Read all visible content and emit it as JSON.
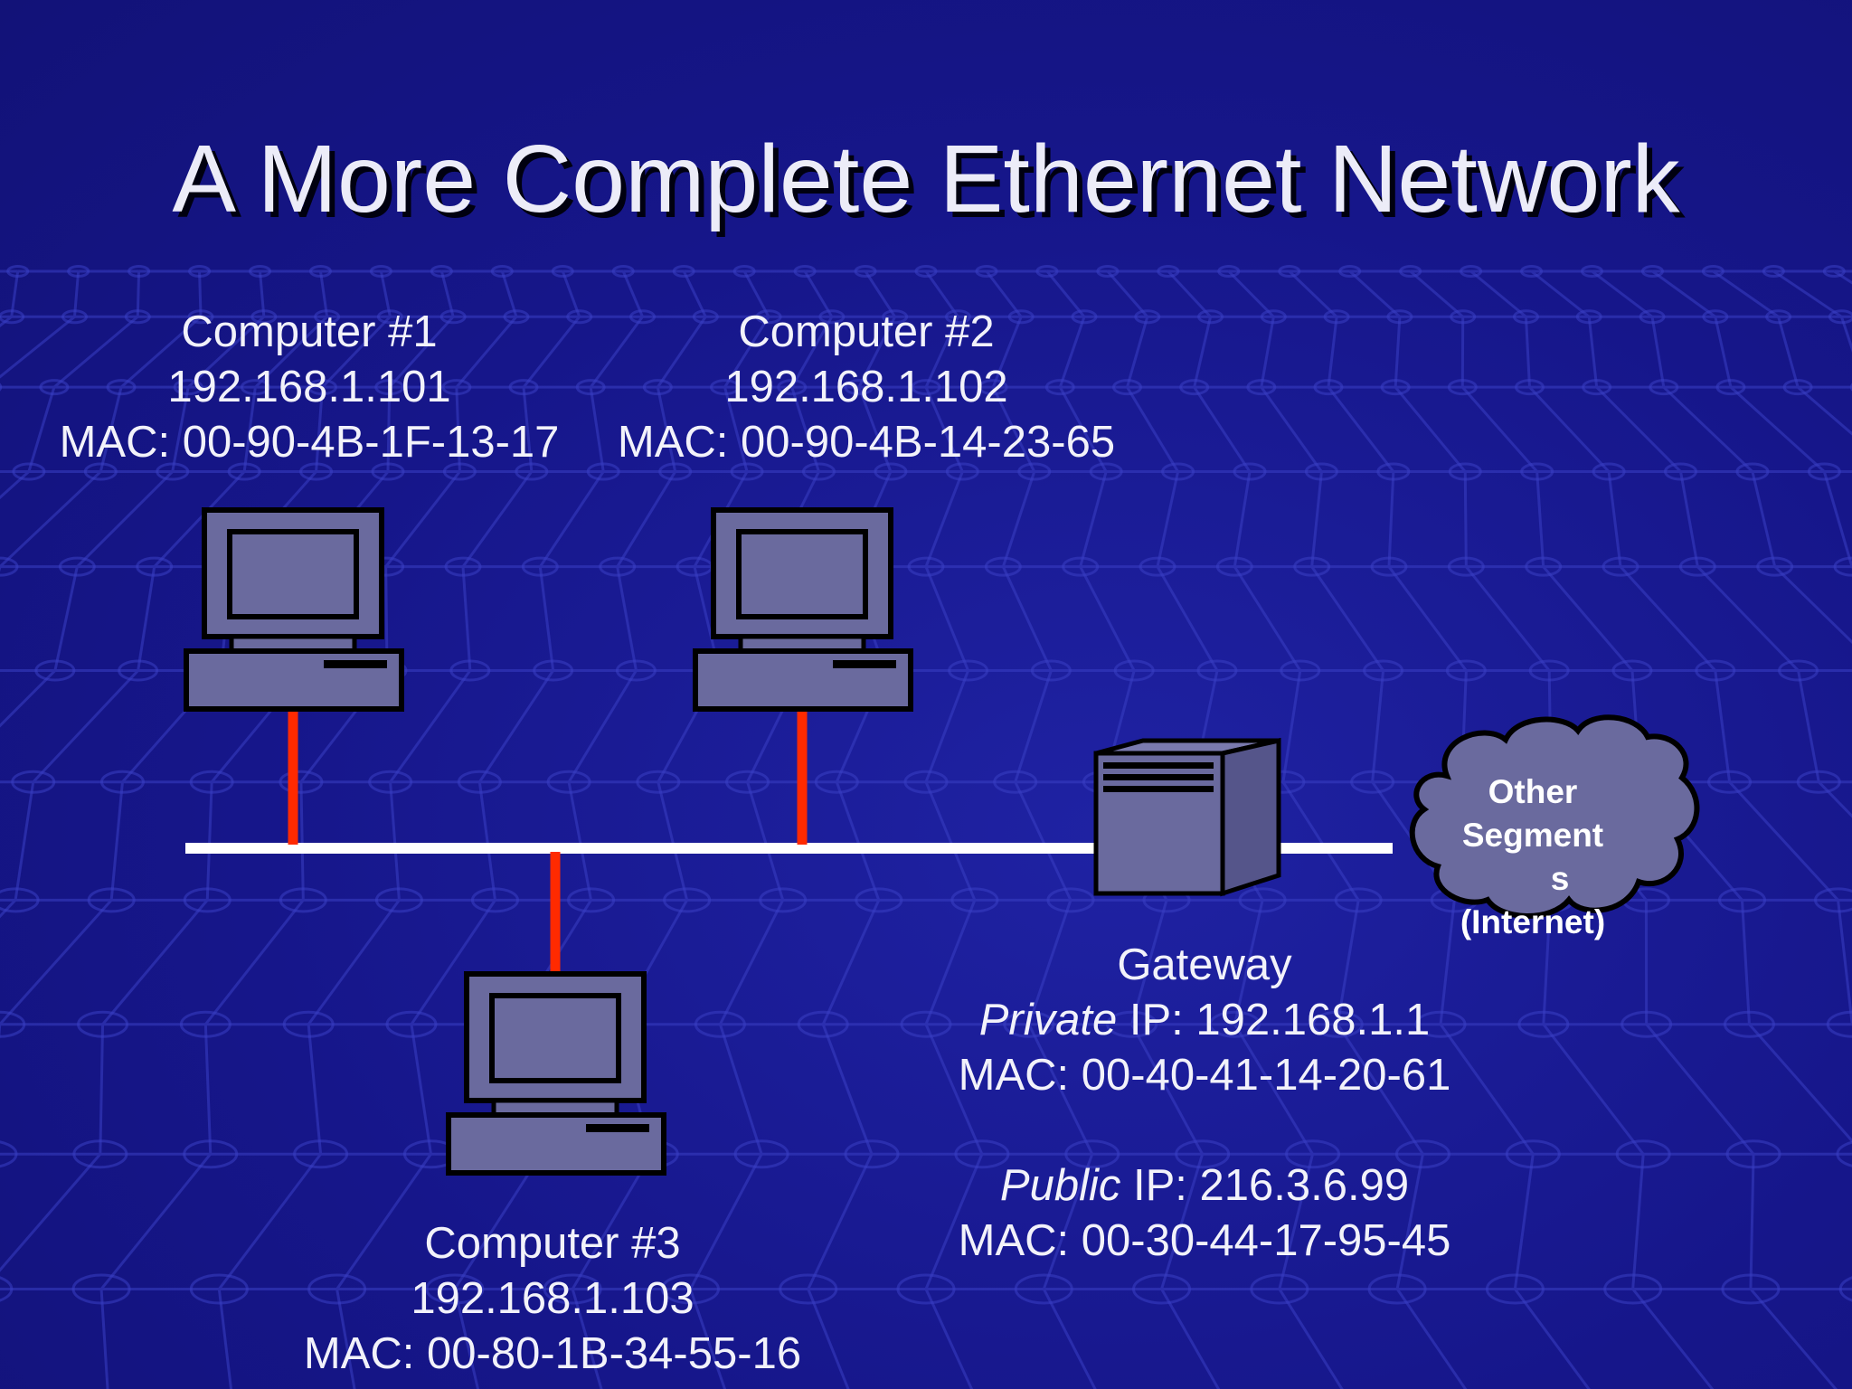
{
  "slide": {
    "title": "A More Complete Ethernet Network"
  },
  "computers": [
    {
      "name": "Computer #1",
      "ip": "192.168.1.101",
      "mac": "MAC: 00-90-4B-1F-13-17"
    },
    {
      "name": "Computer #2",
      "ip": "192.168.1.102",
      "mac": "MAC: 00-90-4B-14-23-65"
    },
    {
      "name": "Computer #3",
      "ip": "192.168.1.103",
      "mac": "MAC: 00-80-1B-34-55-16"
    }
  ],
  "gateway": {
    "name": "Gateway",
    "private_word": "Private",
    "private_ip": " IP: 192.168.1.1",
    "private_mac": "MAC: 00-40-41-14-20-61",
    "public_word": "Public",
    "public_ip": " IP: 216.3.6.99",
    "public_mac": "MAC: 00-30-44-17-95-45"
  },
  "cloud": {
    "lines": [
      "Other",
      "Segment",
      "s",
      "(Internet)"
    ]
  },
  "colors": {
    "background": "#1a1a8e",
    "device_fill": "#6a6a9e",
    "drop_cable": "#ff2a00",
    "backbone": "#ffffff"
  }
}
